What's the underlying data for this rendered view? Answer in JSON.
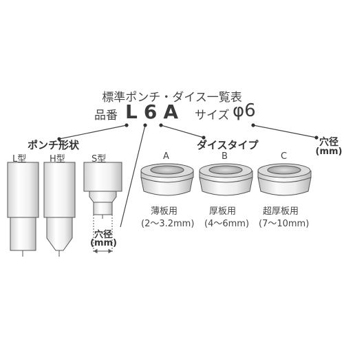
{
  "header": {
    "title": "標準ポンチ・ダイス一覧表",
    "hinban_label": "品番",
    "model_code": "L6A",
    "size_label": "サイズ",
    "size_value": "φ6"
  },
  "punch": {
    "heading": "ポンチ形状",
    "types": [
      {
        "label": "L型"
      },
      {
        "label": "H型"
      },
      {
        "label": "S型"
      }
    ],
    "hole_diameter_line1": "穴径",
    "hole_diameter_line2": "(mm)"
  },
  "dies": {
    "heading": "ダイスタイプ",
    "items": [
      {
        "letter": "A",
        "name": "薄板用",
        "range": "(2～3.2mm)"
      },
      {
        "letter": "B",
        "name": "厚板用",
        "range": "(4～6mm)"
      },
      {
        "letter": "C",
        "name": "超厚板用",
        "range": "(7～10mm)"
      }
    ]
  },
  "hole_diameter_right": {
    "line1": "穴径",
    "line2": "(mm)"
  },
  "colors": {
    "outline": "#555555",
    "die_gray_light": "#f2f2f2",
    "die_gray_dark": "#b5b5b5",
    "text": "#3a3a3a"
  }
}
